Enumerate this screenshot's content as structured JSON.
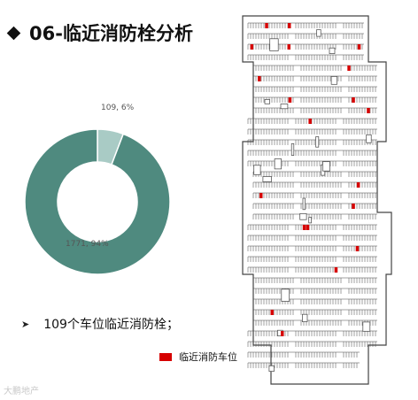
{
  "page": {
    "title": "06-临近消防栓分析",
    "bullet_text": "109个车位临近消防栓；",
    "watermark": "大鹏地产",
    "plan_legend_label": "临近消防车位"
  },
  "colors": {
    "main_slice": "#4f8a7f",
    "minor_slice": "#a9cbc5",
    "hydrant_marker": "#d60000",
    "plan_lines": "#444444"
  },
  "icons": {
    "title_marker": "diamond-icon",
    "bullet_marker": "arrow-right-icon"
  },
  "chart_data": {
    "type": "pie",
    "donut": true,
    "title": "",
    "slices": [
      {
        "label": "109, 6%",
        "value": 109,
        "percent": 6,
        "color": "#a9cbc5"
      },
      {
        "label": "1771, 94%",
        "value": 1771,
        "percent": 94,
        "color": "#4f8a7f"
      }
    ]
  }
}
